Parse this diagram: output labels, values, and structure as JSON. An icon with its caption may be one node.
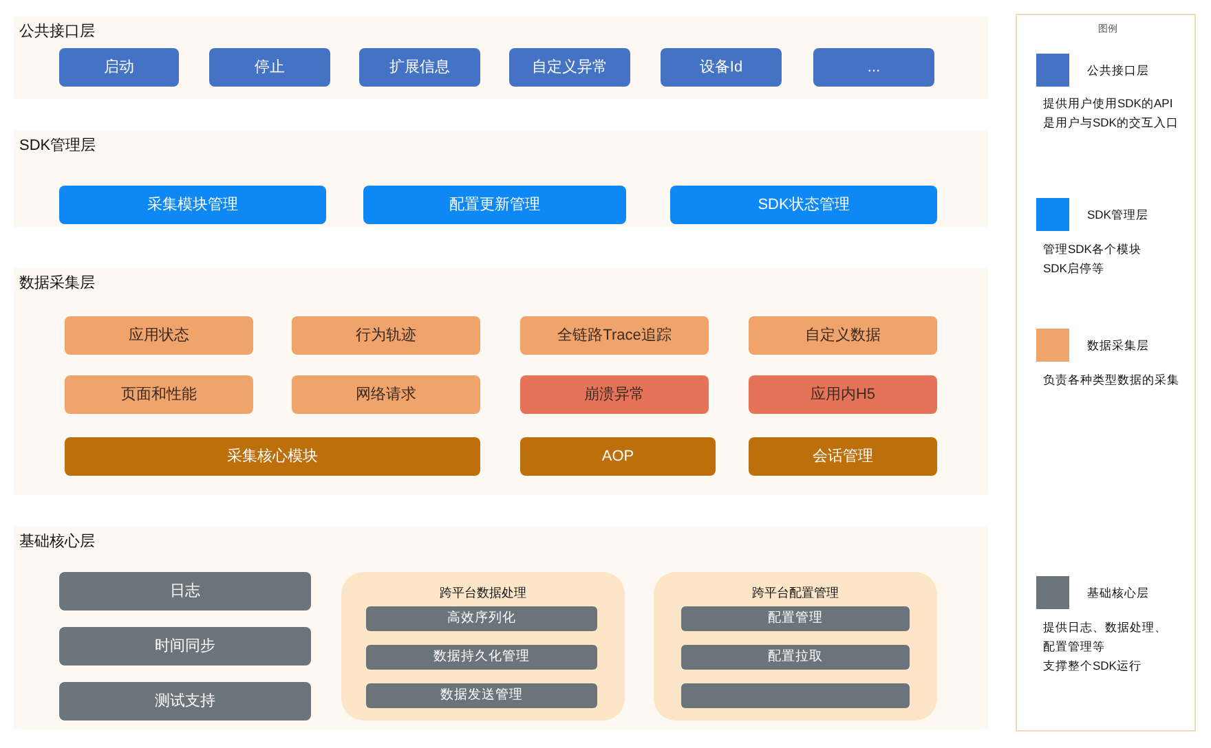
{
  "diagram": {
    "nodes": [
      {
        "text": [
          "公共接口层"
        ]
      },
      {
        "text": [
          "启动"
        ],
        "in": 0
      },
      {
        "text": [
          "停止"
        ],
        "in": 0
      },
      {
        "text": [
          "扩展信息"
        ],
        "in": 0
      },
      {
        "text": [
          "自定义异常"
        ],
        "in": 0
      },
      {
        "text": [
          "设备Id"
        ],
        "in": 0
      },
      {
        "text": [
          "..."
        ],
        "in": 0
      },
      {
        "text": [
          "SDK管理层"
        ]
      },
      {
        "text": [
          "采集模块管理"
        ],
        "in": 7
      },
      {
        "text": [
          "配置更新管理"
        ],
        "in": 7
      },
      {
        "text": [
          "SDK状态管理"
        ],
        "in": 7
      },
      {
        "text": [
          "数据采集层"
        ]
      },
      {
        "text": [
          "应用状态"
        ],
        "in": 11
      },
      {
        "text": [
          "行为轨迹"
        ],
        "in": 11
      },
      {
        "text": [
          "全链路Trace追踪"
        ],
        "in": 11
      },
      {
        "text": [
          "自定义数据"
        ],
        "in": 11
      },
      {
        "text": [
          "页面和性能"
        ],
        "in": 11
      },
      {
        "text": [
          "网络请求"
        ],
        "in": 11
      },
      {
        "text": [
          "崩溃异常"
        ],
        "in": 11
      },
      {
        "text": [
          "应用内H5"
        ],
        "in": 11
      },
      {
        "text": [
          "采集核心模块"
        ],
        "in": 11
      },
      {
        "text": [
          "AOP"
        ],
        "in": 11
      },
      {
        "text": [
          "会话管理"
        ],
        "in": 11
      },
      {
        "text": [
          "基础核心层"
        ]
      },
      {
        "text": [
          "日志"
        ],
        "in": 23
      },
      {
        "text": [
          "时间同步"
        ],
        "in": 23
      },
      {
        "text": [
          "测试支持"
        ],
        "in": 23
      },
      {
        "text": [
          "跨平台数据处理"
        ],
        "in": 23
      },
      {
        "text": [
          "高效序列化"
        ],
        "in": 27
      },
      {
        "text": [
          "数据持久化管理"
        ],
        "in": 27
      },
      {
        "text": [
          "数据发送管理"
        ],
        "in": 27
      },
      {
        "text": [
          "跨平台配置管理"
        ],
        "in": 23
      },
      {
        "text": [
          "配置管理"
        ],
        "in": 31
      },
      {
        "text": [
          "配置拉取"
        ],
        "in": 31
      },
      {
        "text": [],
        "shape": "box",
        "in": 31
      }
    ],
    "labels": [
      "图例",
      "提供用户使用SDK的API",
      "是用户与SDK的交互入口",
      "管理SDK各个模块",
      "SDK启停等",
      "负责各种类型数据的采集",
      "提供日志、数据处理、",
      "配置管理等",
      "支撑整个SDK运行"
    ],
    "legend": [
      {
        "text": "公共接口层",
        "color": "#4472c4"
      },
      {
        "text": "SDK管理层",
        "color": "#0d88f5"
      },
      {
        "text": "数据采集层",
        "color": "#f0a46c"
      },
      {
        "text": "基础核心层",
        "color": "#6b737b"
      }
    ]
  }
}
